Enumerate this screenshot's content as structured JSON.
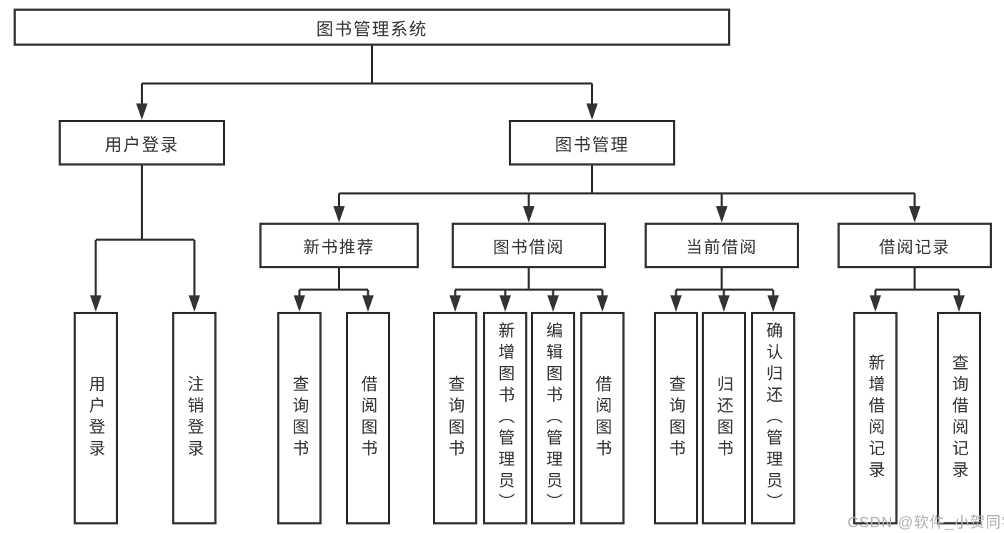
{
  "tree": {
    "root": {
      "label": "图书管理系统"
    },
    "children": [
      {
        "label": "用户登录",
        "children": [
          {
            "label": "用户登录"
          },
          {
            "label": "注销登录"
          }
        ]
      },
      {
        "label": "图书管理",
        "children": [
          {
            "label": "新书推荐",
            "children": [
              {
                "label": "查询图书"
              },
              {
                "label": "借阅图书"
              }
            ]
          },
          {
            "label": "图书借阅",
            "children": [
              {
                "label": "查询图书"
              },
              {
                "label": "新增图书（管理员）"
              },
              {
                "label": "编辑图书（管理员）"
              },
              {
                "label": "借阅图书"
              }
            ]
          },
          {
            "label": "当前借阅",
            "children": [
              {
                "label": "查询图书"
              },
              {
                "label": "归还图书"
              },
              {
                "label": "确认归还（管理员）"
              }
            ]
          },
          {
            "label": "借阅记录",
            "children": [
              {
                "label": "新增借阅记录"
              },
              {
                "label": "查询借阅记录"
              }
            ]
          }
        ]
      }
    ]
  },
  "watermark": {
    "text": "CSDN @软件_小贺同学"
  },
  "colors": {
    "line": "#333333",
    "text": "#333333",
    "box_background": "#ffffff",
    "page_background": "#ffffff",
    "watermark": "#b0b0b0"
  }
}
